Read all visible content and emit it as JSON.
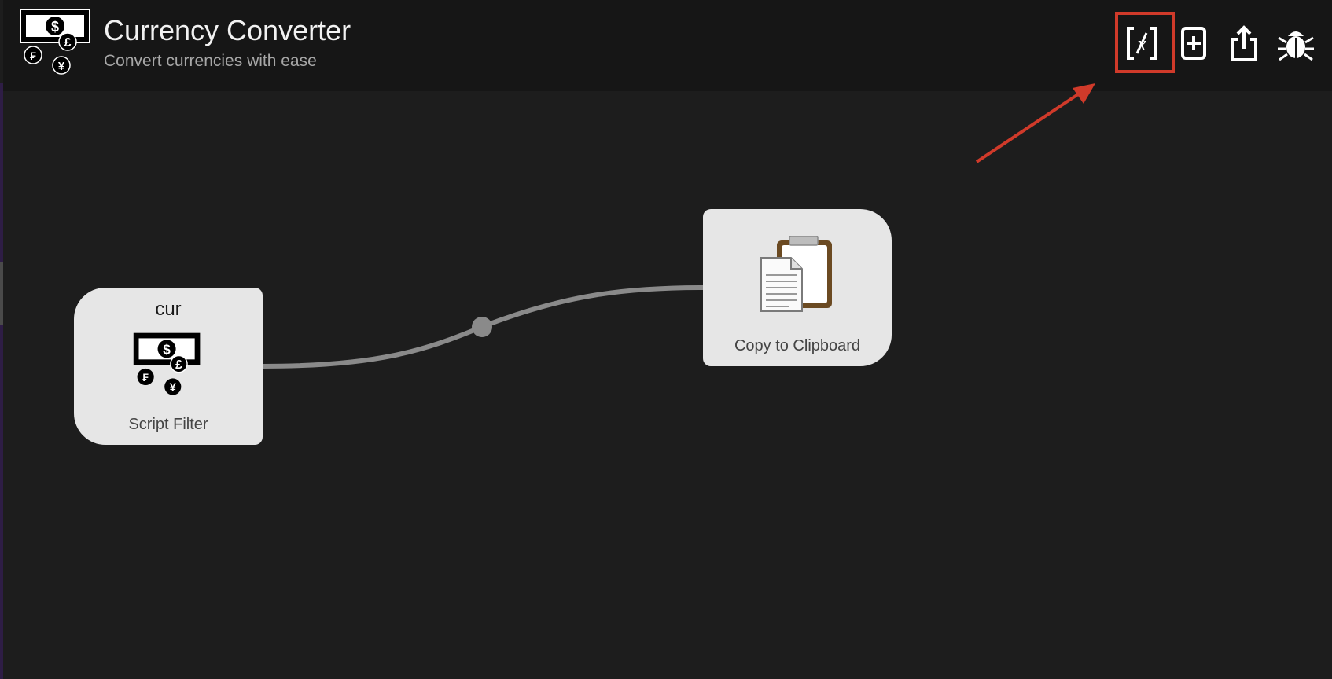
{
  "app": {
    "title": "Currency Converter",
    "subtitle": "Convert currencies with ease",
    "icon": "currency-bill-icon"
  },
  "toolbar": {
    "buttons": [
      {
        "name": "variables-button",
        "icon": "variables-icon",
        "highlighted": true
      },
      {
        "name": "add-object-button",
        "icon": "plus-document-icon"
      },
      {
        "name": "export-button",
        "icon": "share-icon"
      },
      {
        "name": "debugger-button",
        "icon": "bug-icon"
      }
    ]
  },
  "workflow": {
    "nodes": [
      {
        "name": "script-filter-node",
        "keyword": "cur",
        "label": "Script Filter",
        "icon": "currency-bill-icon"
      },
      {
        "name": "copy-clipboard-node",
        "label": "Copy to Clipboard",
        "icon": "clipboard-icon"
      }
    ]
  },
  "annotation": {
    "color": "#d03a2a",
    "target": "variables-button"
  }
}
